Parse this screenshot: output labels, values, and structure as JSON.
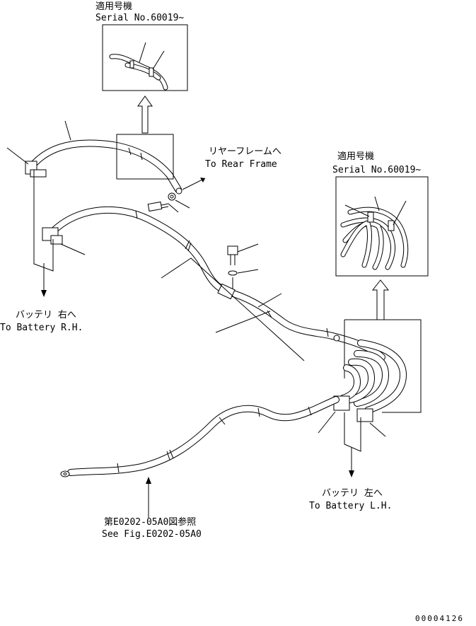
{
  "labels": {
    "applicable_model_top_jp": "適用号機",
    "applicable_model_top_en": "Serial No.60019~",
    "rear_frame_jp": "リヤーフレームへ",
    "rear_frame_en": "To Rear Frame",
    "applicable_model_right_jp": "適用号機",
    "applicable_model_right_en": "Serial No.60019~",
    "battery_rh_jp": "バッテリ 右へ",
    "battery_rh_en": "To Battery R.H.",
    "battery_lh_jp": "バッテリ 左へ",
    "battery_lh_en": "To Battery L.H.",
    "see_fig_jp": "第E0202-05A0図参照",
    "see_fig_en": "See Fig.E0202-05A0",
    "drawing_number": "00004126"
  },
  "colors": {
    "line": "#000000",
    "background": "#ffffff"
  }
}
